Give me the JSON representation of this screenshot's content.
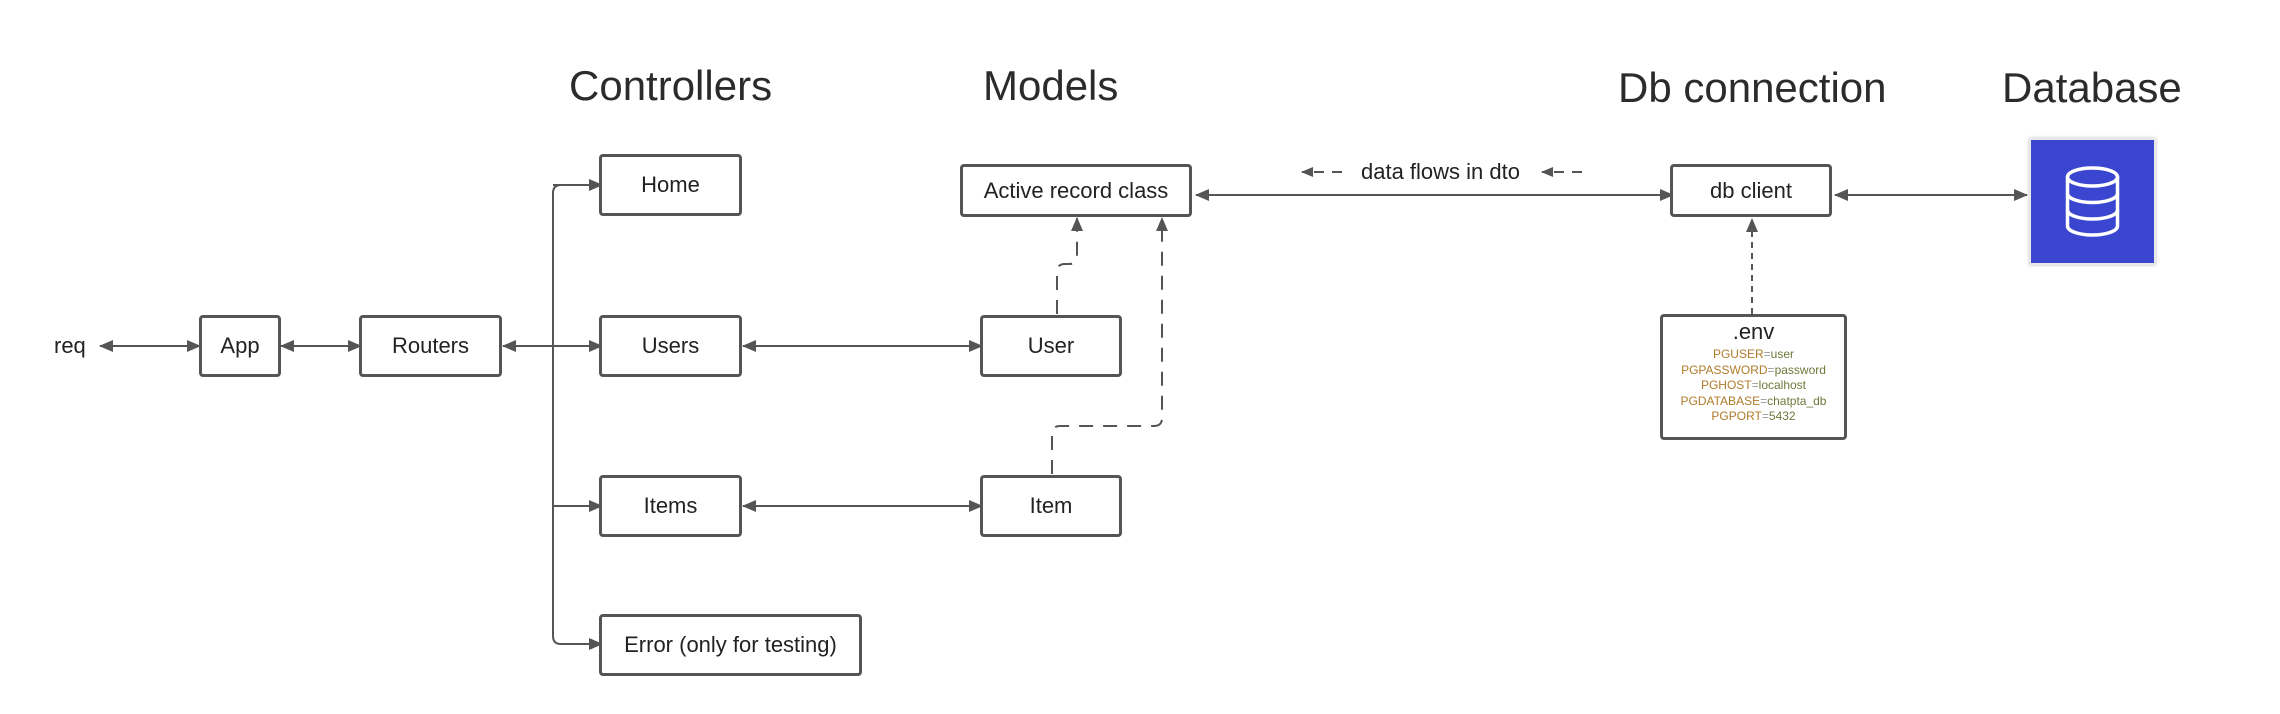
{
  "headers": {
    "controllers": "Controllers",
    "models": "Models",
    "db_connection": "Db connection",
    "database": "Database"
  },
  "nodes": {
    "req": "req",
    "app": "App",
    "routers": "Routers",
    "home": "Home",
    "users": "Users",
    "items": "Items",
    "error": "Error (only for testing)",
    "active_record": "Active record class",
    "user": "User",
    "item": "Item",
    "db_client": "db client",
    "data_flow_label": "data flows in dto"
  },
  "env": {
    "title": ".env",
    "vars": [
      {
        "key": "PGUSER",
        "eq": "=",
        "value": "user"
      },
      {
        "key": "PGPASSWORD",
        "eq": "=",
        "value": "password"
      },
      {
        "key": "PGHOST",
        "eq": "=",
        "value": "localhost"
      },
      {
        "key": "PGDATABASE",
        "eq": "=",
        "value": "chatpta_db"
      },
      {
        "key": "PGPORT",
        "eq": "=",
        "value": "5432"
      }
    ]
  },
  "database_icon": "database-icon",
  "colors": {
    "line": "#555555",
    "database_tile": "#3a46cf",
    "env_key": "#b07a2a",
    "env_value": "#6b7a3a"
  }
}
